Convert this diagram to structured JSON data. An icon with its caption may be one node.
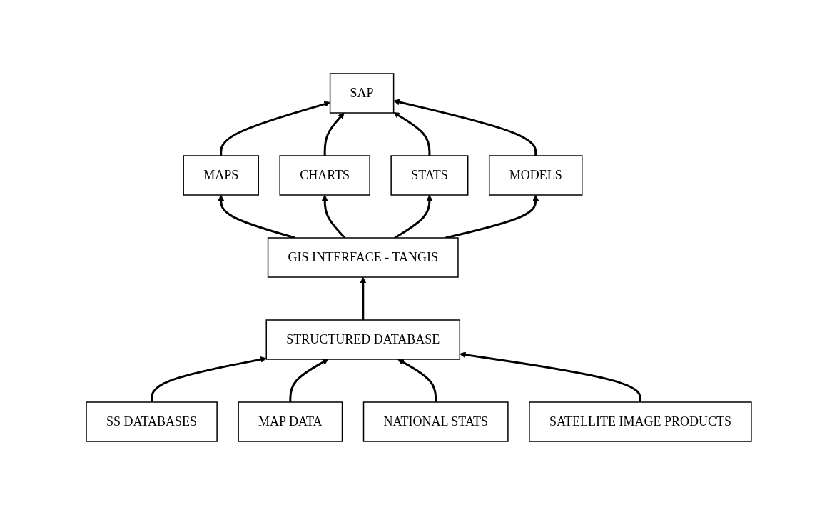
{
  "diagram": {
    "nodes": [
      {
        "text": [
          "SAP"
        ]
      },
      {
        "text": [
          "MAPS"
        ]
      },
      {
        "text": [
          "CHARTS"
        ]
      },
      {
        "text": [
          "STATS"
        ]
      },
      {
        "text": [
          "MODELS"
        ]
      },
      {
        "text": [
          "GIS INTERFACE - TANGIS"
        ]
      },
      {
        "text": [
          "STRUCTURED DATABASE"
        ]
      },
      {
        "text": [
          "SS DATABASES"
        ]
      },
      {
        "text": [
          "MAP DATA"
        ]
      },
      {
        "text": [
          "NATIONAL STATS"
        ]
      },
      {
        "text": [
          "SATELLITE IMAGE PRODUCTS"
        ]
      }
    ],
    "edges": [
      {
        "from": 7,
        "to": 6,
        "arrow": "to"
      },
      {
        "from": 8,
        "to": 6,
        "arrow": "to"
      },
      {
        "from": 9,
        "to": 6,
        "arrow": "to"
      },
      {
        "from": 10,
        "to": 6,
        "arrow": "to"
      },
      {
        "from": 6,
        "to": 5,
        "arrow": "to"
      },
      {
        "from": 5,
        "to": 1,
        "arrow": "to"
      },
      {
        "from": 5,
        "to": 2,
        "arrow": "to"
      },
      {
        "from": 5,
        "to": 3,
        "arrow": "to"
      },
      {
        "from": 5,
        "to": 4,
        "arrow": "to"
      },
      {
        "from": 1,
        "to": 0,
        "arrow": "to"
      },
      {
        "from": 2,
        "to": 0,
        "arrow": "to"
      },
      {
        "from": 3,
        "to": 0,
        "arrow": "to"
      },
      {
        "from": 4,
        "to": 0,
        "arrow": "to"
      }
    ]
  }
}
